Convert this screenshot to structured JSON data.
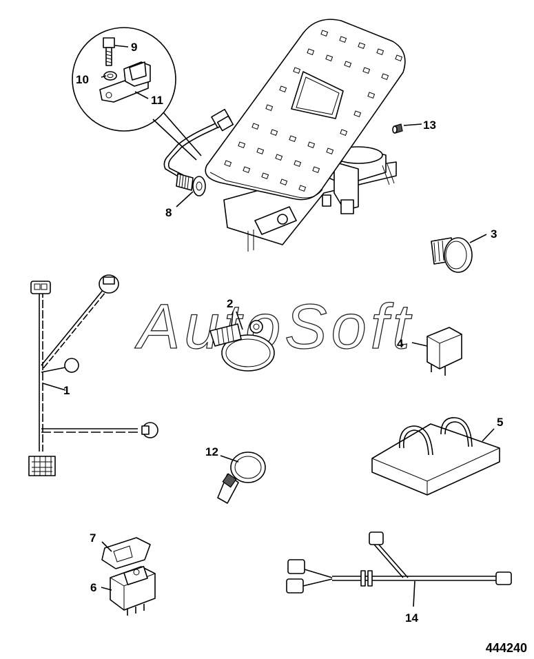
{
  "figure_number": "444240",
  "watermark": "AutoSoft",
  "callouts": [
    {
      "id": "c1",
      "label": "1"
    },
    {
      "id": "c2",
      "label": "2"
    },
    {
      "id": "c3",
      "label": "3"
    },
    {
      "id": "c4",
      "label": "4"
    },
    {
      "id": "c5",
      "label": "5"
    },
    {
      "id": "c6",
      "label": "6"
    },
    {
      "id": "c7",
      "label": "7"
    },
    {
      "id": "c8",
      "label": "8"
    },
    {
      "id": "c9",
      "label": "9"
    },
    {
      "id": "c10",
      "label": "10"
    },
    {
      "id": "c11",
      "label": "11"
    },
    {
      "id": "c12",
      "label": "12"
    },
    {
      "id": "c13",
      "label": "13"
    },
    {
      "id": "c14",
      "label": "14"
    }
  ]
}
